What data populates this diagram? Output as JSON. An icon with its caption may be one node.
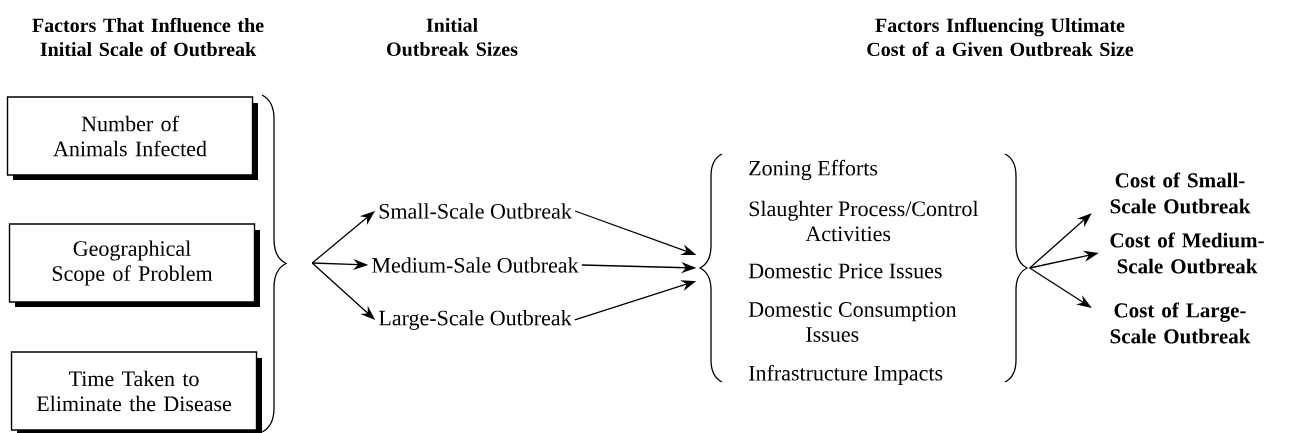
{
  "diagram": {
    "nodes": [
      {
        "text": [
          "Number of Animals Infected"
        ]
      },
      {
        "text": [
          "Geographical Scope of Problem"
        ]
      },
      {
        "text": [
          "Time Taken to Eliminate the Disease"
        ]
      },
      {
        "text": [],
        "shape": "brace"
      },
      {
        "text": [
          "Small-Scale Outbreak"
        ]
      },
      {
        "text": [
          "Medium-Sale Outbreak"
        ]
      },
      {
        "text": [
          "Large-Scale Outbreak"
        ]
      },
      {
        "text": [
          "Zoning Efforts",
          "Slaughter Process/Control Activities",
          "Domestic Price Issues",
          "Domestic Consumption Issues",
          "Infrastructure Impacts"
        ]
      },
      {
        "text": [
          "Cost of Small-Scale Outbreak"
        ]
      },
      {
        "text": [
          "Cost of Medium-Scale Outbreak"
        ]
      },
      {
        "text": [
          "Cost of Large-Scale Outbreak"
        ]
      }
    ],
    "edges": [
      {
        "from": 3,
        "to": 4,
        "arrow": "to"
      },
      {
        "from": 3,
        "to": 5,
        "arrow": "to"
      },
      {
        "from": 3,
        "to": 6,
        "arrow": "to"
      },
      {
        "from": 4,
        "to": 7,
        "arrow": "to"
      },
      {
        "from": 5,
        "to": 7,
        "arrow": "to"
      },
      {
        "from": 6,
        "to": 7,
        "arrow": "to"
      },
      {
        "from": 7,
        "to": 8,
        "arrow": "to"
      },
      {
        "from": 7,
        "to": 9,
        "arrow": "to"
      },
      {
        "from": 7,
        "to": 10,
        "arrow": "to"
      }
    ],
    "labels": [
      "Factors That Influence the Initial Scale of Outbreak",
      "Initial Outbreak Sizes",
      "Factors Influencing Ultimate Cost of a Given Outbreak Size"
    ]
  }
}
